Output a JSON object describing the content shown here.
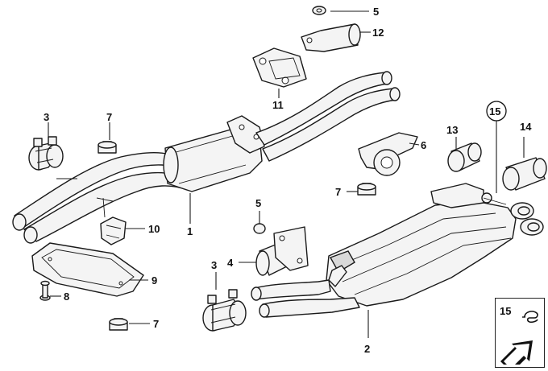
{
  "callouts": {
    "c1": "1",
    "c2": "2",
    "c3a": "3",
    "c3b": "3",
    "c4": "4",
    "c5a": "5",
    "c5b": "5",
    "c6": "6",
    "c7a": "7",
    "c7b": "7",
    "c7c": "7",
    "c8": "8",
    "c9": "9",
    "c10": "10",
    "c11": "11",
    "c12": "12",
    "c13": "13",
    "c14": "14",
    "c15": "15"
  },
  "legend": {
    "number": "15"
  }
}
